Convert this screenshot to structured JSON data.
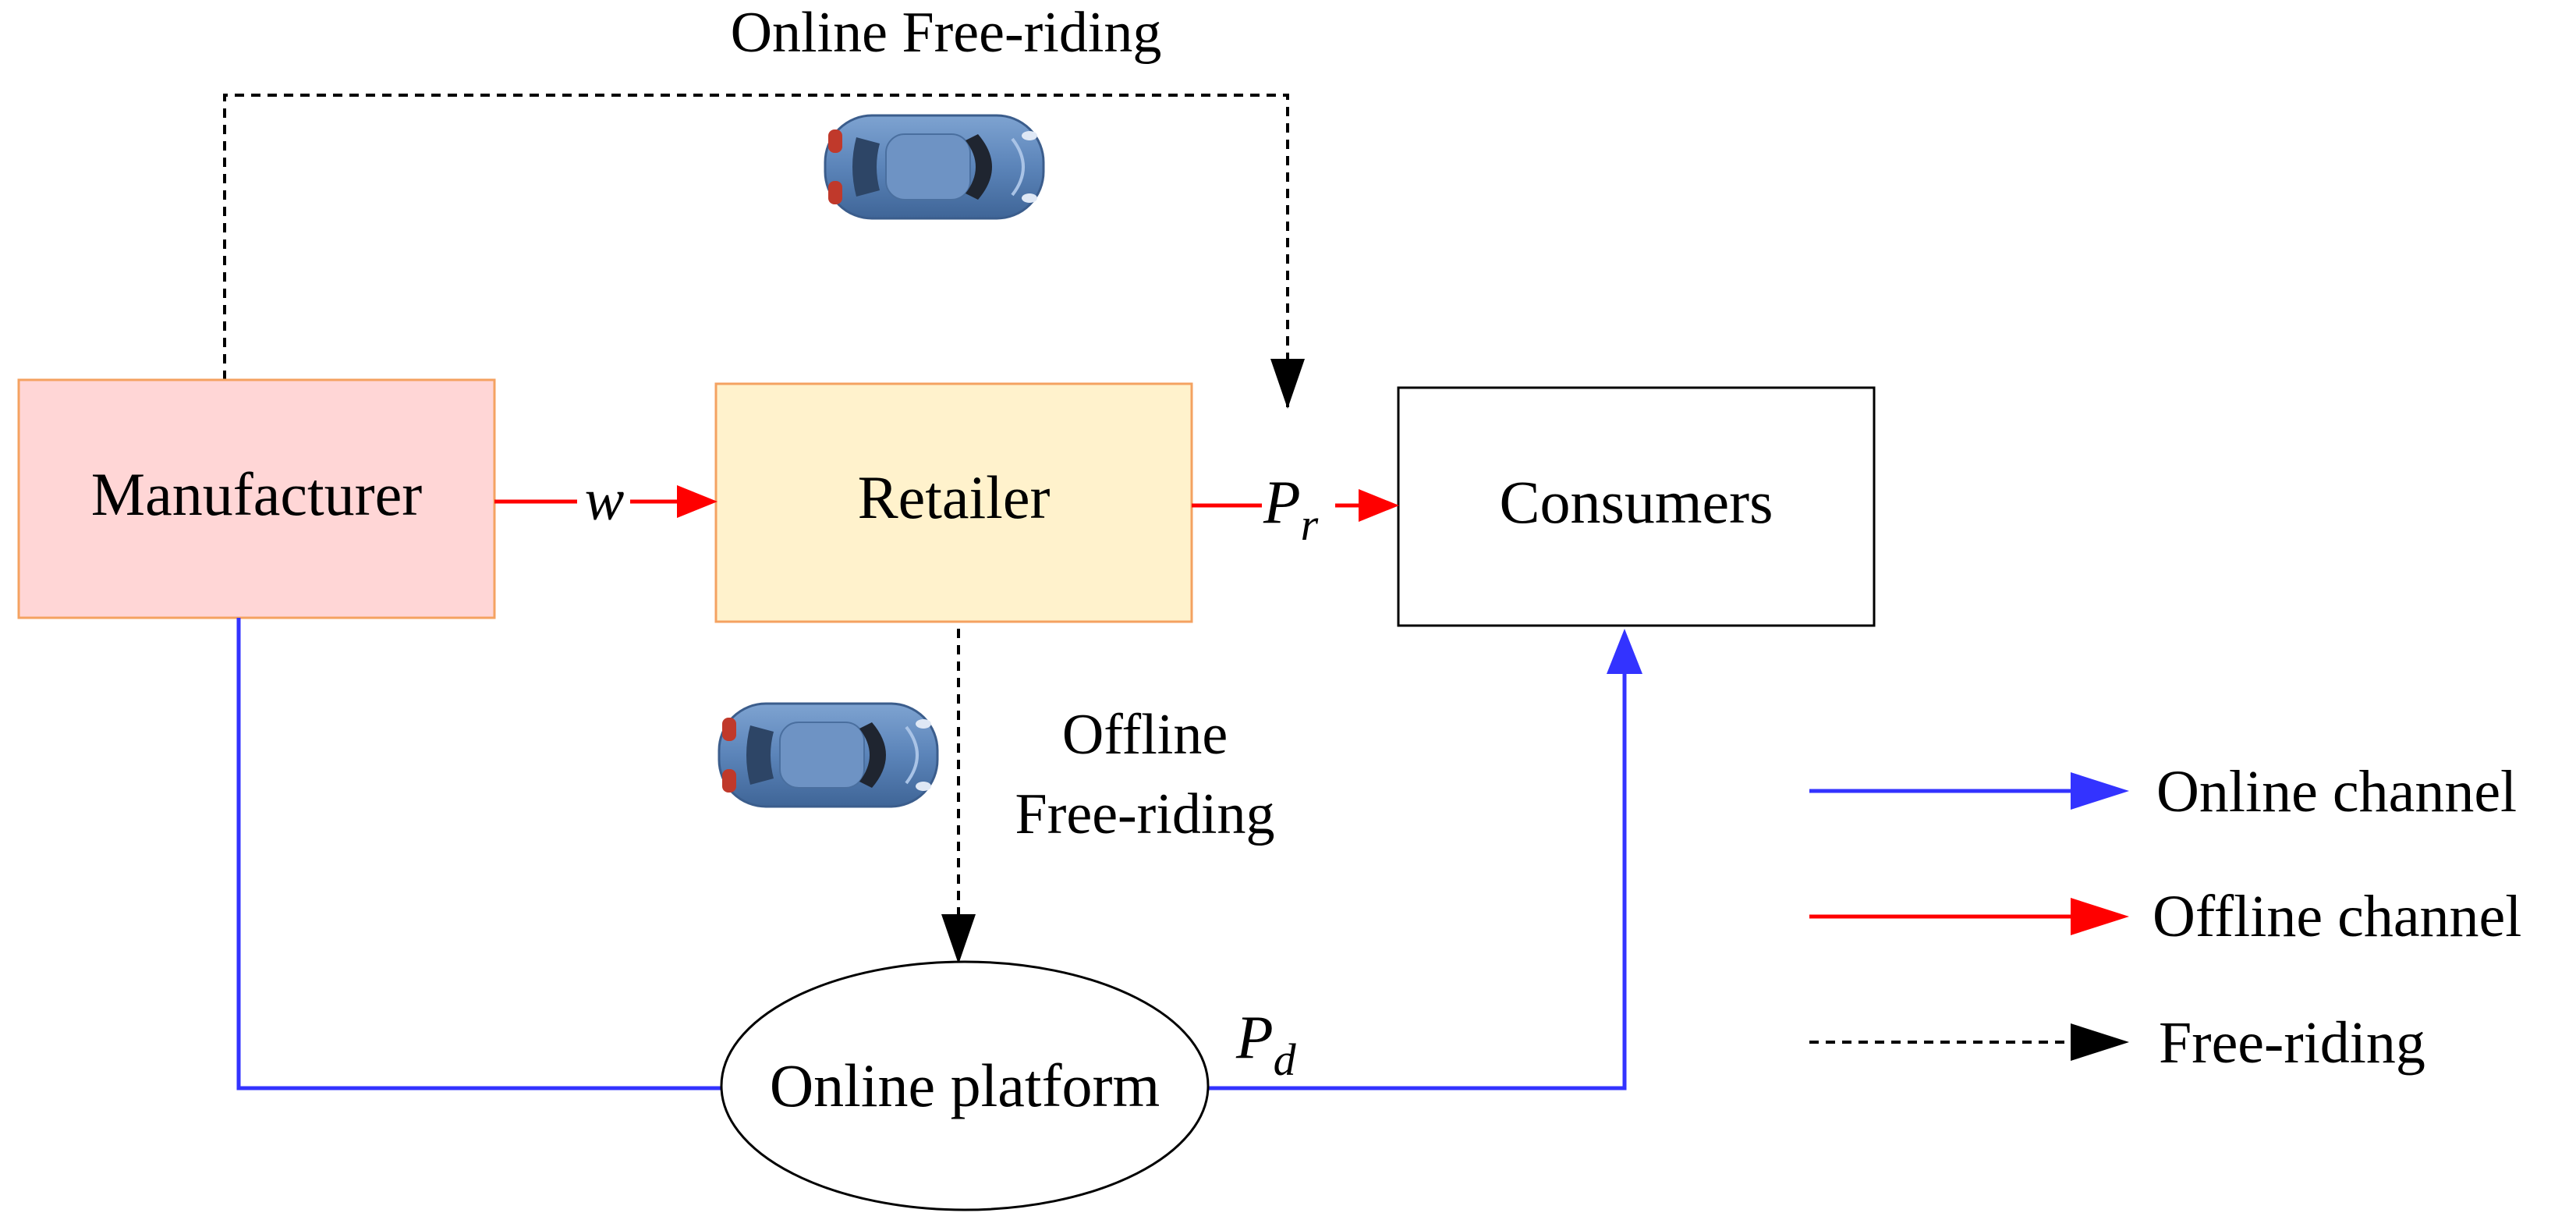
{
  "labels": {
    "online_free_riding": "Online Free-riding",
    "offline_free_riding_line1": "Offline",
    "offline_free_riding_line2": "Free-riding"
  },
  "nodes": {
    "manufacturer": "Manufacturer",
    "retailer": "Retailer",
    "consumers": "Consumers",
    "online_platform": "Online platform"
  },
  "prices": {
    "wholesale": "w",
    "retail_main": "P",
    "retail_sub": "r",
    "direct_main": "P",
    "direct_sub": "d"
  },
  "legend": {
    "online": "Online channel",
    "offline": "Offline channel",
    "free_riding": "Free-riding"
  },
  "colors": {
    "online_channel": "#3333ff",
    "offline_channel": "#ff0000",
    "free_riding": "#000000",
    "manufacturer_fill": "#ffd6d6",
    "manufacturer_stroke": "#f4a261",
    "retailer_fill": "#fff2cc",
    "retailer_stroke": "#f4a261",
    "car_body": "#5b84b9"
  },
  "icons": [
    "car-icon",
    "car-icon"
  ]
}
